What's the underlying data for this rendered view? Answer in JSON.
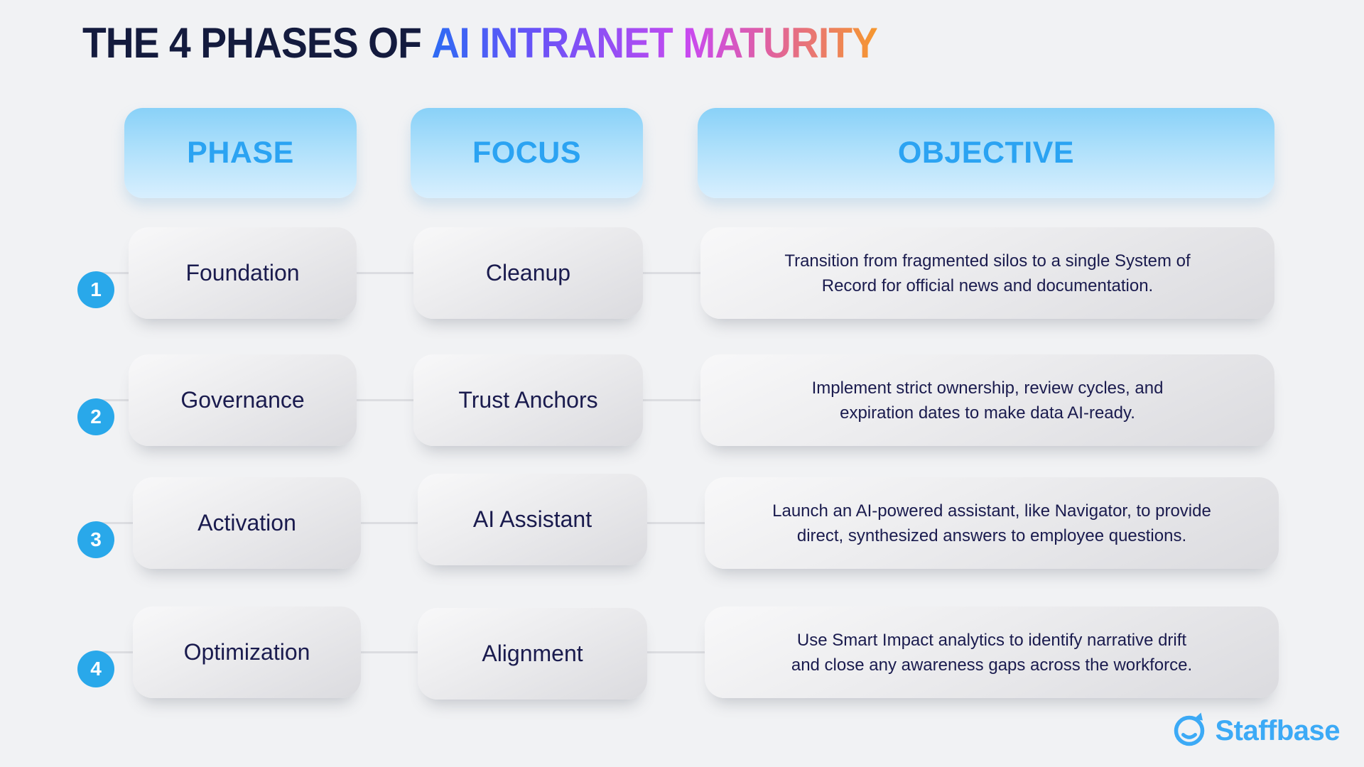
{
  "title": {
    "dark_part": "THE 4 PHASES OF",
    "gradient_part": "AI INTRANET MATURITY"
  },
  "table": {
    "columns": [
      "PHASE",
      "FOCUS",
      "OBJECTIVE"
    ],
    "rows": [
      {
        "number": "1",
        "phase": "Foundation",
        "focus": "Cleanup",
        "objective": "Transition from fragmented silos to a single System of\nRecord for official news and documentation."
      },
      {
        "number": "2",
        "phase": "Governance",
        "focus": "Trust Anchors",
        "objective": "Implement strict ownership, review cycles, and\nexpiration dates to make data AI-ready."
      },
      {
        "number": "3",
        "phase": "Activation",
        "focus": "AI Assistant",
        "objective": "Launch an AI-powered assistant, like Navigator, to provide\ndirect, synthesized answers to employee questions."
      },
      {
        "number": "4",
        "phase": "Optimization",
        "focus": "Alignment",
        "objective": "Use Smart Impact analytics to identify narrative drift\nand close any awareness gaps across the workforce."
      }
    ]
  },
  "footer": {
    "brand_name": "Staffbase"
  },
  "colors": {
    "background": "#f1f2f4",
    "title_navy": "#141b3e",
    "title_gradient": [
      "#2d6bf3",
      "#6653f7",
      "#9a4ef4",
      "#c94aef",
      "#e0619f",
      "#f6982e"
    ],
    "header_gradient_top": "#89d1f8",
    "header_gradient_bottom": "#d8effe",
    "header_label_blue": "#2ba3f2",
    "badge_blue": "#29a8ea",
    "body_navy": "#1a1b4e",
    "cell_gray_light": "#f8f8f9",
    "cell_gray_dark": "#dbdbdf",
    "connector_gray": "#dcdde1",
    "brand_blue": "#3caaf6"
  }
}
